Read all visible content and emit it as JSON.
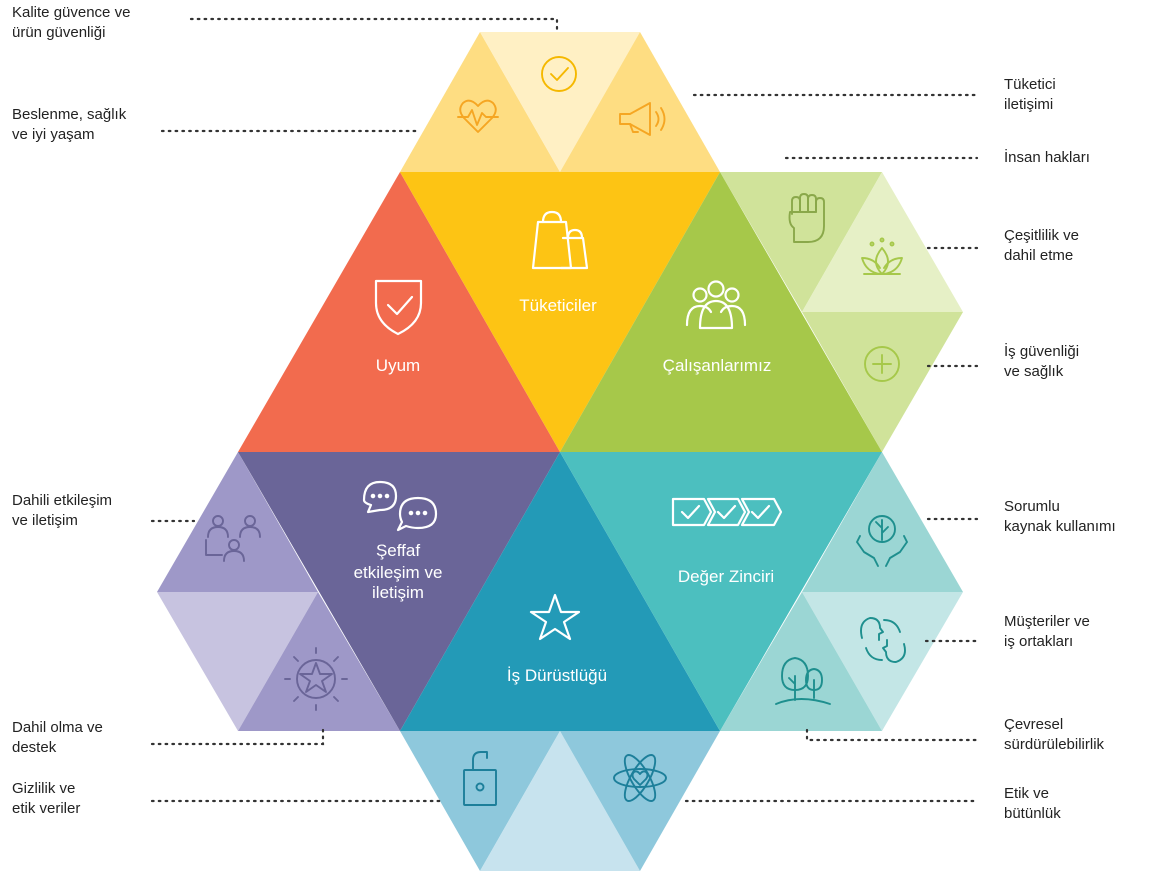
{
  "categories": {
    "consumers": "Tüketiciler",
    "compliance": "Uyum",
    "employees": "Çalışanlarımız",
    "transparency": [
      "Şeffaf",
      "etkileşim ve",
      "iletişim"
    ],
    "integrity": "İş Dürüstlüğü",
    "value_chain": "Değer Zinciri"
  },
  "labels": {
    "quality": "Kalite güvence ve\nürün güvenliği",
    "nutrition": "Beslenme, sağlık\nve iyi yaşam",
    "consumer_comm": "Tüketici\niletişimi",
    "human_rights": "İnsan hakları",
    "diversity": "Çeşitlilik ve\ndahil etme",
    "job_safety": "İş güvenliği\nve sağlık",
    "internal_engagement": "Dahili etkileşim\nve iletişim",
    "responsible_sourcing": "Sorumlu\nkaynak kullanımı",
    "customers_partners": "Müşteriler ve\niş ortakları",
    "inclusion_support": "Dahil olma ve\ndestek",
    "environmental": "Çevresel\nsürdürülebilirlik",
    "privacy": "Gizlilik ve\netik veriler",
    "ethics": "Etik ve\nbütünlük"
  },
  "colors": {
    "consumers": "#fdc414",
    "compliance": "#f26b4e",
    "employees": "#a6c84a",
    "transparency": "#6a6598",
    "integrity": "#239ab7",
    "value_chain": "#4cbfbf"
  }
}
